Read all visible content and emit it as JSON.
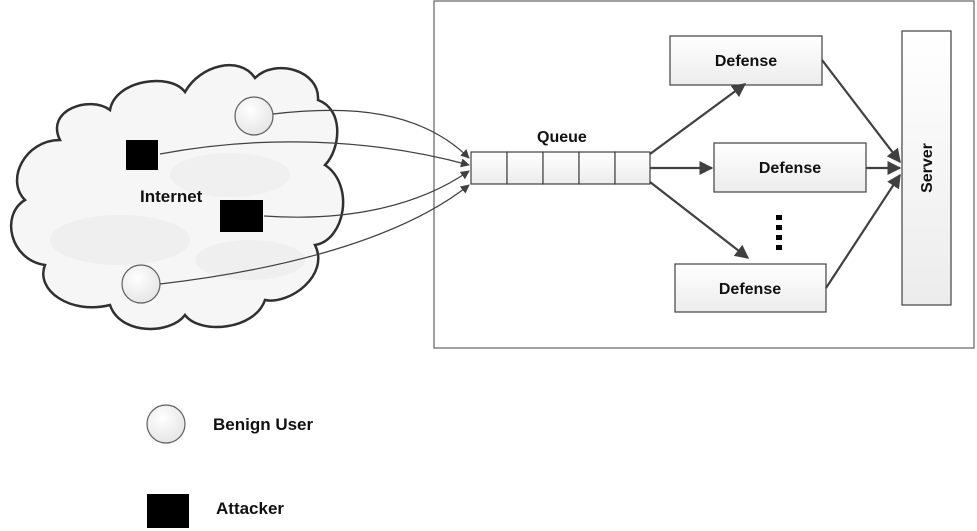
{
  "internet_label": "Internet",
  "queue_label": "Queue",
  "defense_labels": [
    "Defense",
    "Defense",
    "Defense"
  ],
  "server_label": "Server",
  "legend": {
    "benign_label": "Benign User",
    "attacker_label": "Attacker"
  },
  "colors": {
    "line": "#404040",
    "box_fill": "#f4f4f4",
    "attacker": "#000000",
    "benign_fill": "#f2f2f2"
  }
}
